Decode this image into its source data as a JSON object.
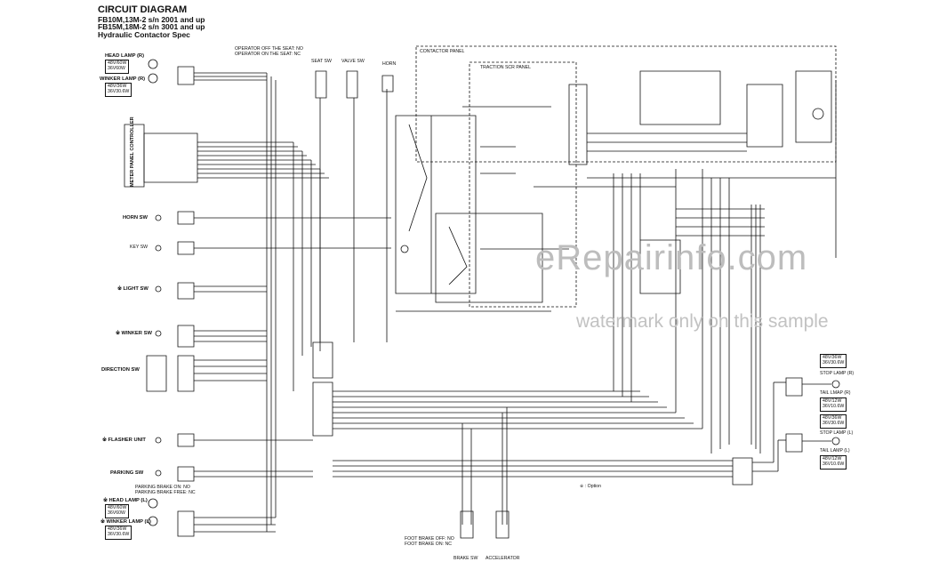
{
  "header": {
    "title": "CIRCUIT DIAGRAM",
    "line1": "FB10M,13M-2 s/n 2001 and up",
    "line2": "FB15M,18M-2 s/n 3001 and up",
    "line3": "Hydraulic Contactor Spec"
  },
  "labels": {
    "head_lamp_r": "HEAD LAMP (R)",
    "head_lamp_r_rating": [
      "48V/60W",
      "36V60W"
    ],
    "winker_lamp_r": "WINKER LAMP (R)",
    "winker_lamp_r_rating": [
      "48V/36W",
      "36V30.6W"
    ],
    "meter_panel_controller": "METER PANEL CONTROLLER",
    "horn_sw": "HORN SW",
    "key_sw": "KEY SW",
    "light_sw": "※ LIGHT SW",
    "winker_sw": "※ WINKER SW",
    "direction_sw": "DIRECTION SW",
    "flasher_unit": "※ FLASHER UNIT",
    "parking_sw": "PARKING SW",
    "parking_note1": "PARKING BRAKE ON: NO",
    "parking_note2": "PARKING BRAKE FREE: NC",
    "head_lamp_l": "※ HEAD LAMP (L)",
    "head_lamp_l_rating": [
      "48V/60W",
      "36V60W"
    ],
    "winker_lamp_l": "※ WINKER LAMP (L)",
    "winker_lamp_l_rating": [
      "48V/36W",
      "36V30.6W"
    ],
    "seat_note1": "OPERATOR OFF THE SEAT: NO",
    "seat_note2": "OPERATOR ON THE SEAT: NC",
    "seat_sw": "SEAT SW",
    "valve_sw": "VALVE SW",
    "horn": "HORN",
    "contactor_panel": "CONTACTOR PANEL",
    "traction_scr_panel": "TRACTION SCR PANEL",
    "stop_lamp_r_rating": [
      "48V/36W",
      "36V30.6W"
    ],
    "stop_lamp_r": "STOP LAMP (R)",
    "tail_lamp_r": "TAIL LMAP (R)",
    "tail_lamp_r_rating": [
      "48V/12W",
      "36V10.6W"
    ],
    "stop_lamp_l_rating": [
      "48V/36W",
      "36V30.6W"
    ],
    "stop_lamp_l": "STOP LAMP (L)",
    "tail_lamp_l": "TAIL LAMP (L)",
    "tail_lamp_l_rating": [
      "48V/12W",
      "36V10.6W"
    ],
    "option_note": "※ : Option",
    "foot_note1": "FOOT BRAKE OFF: NO",
    "foot_note2": "FOOT BRAKE ON: NC",
    "brake_sw": "BRAKE SW",
    "accelerator": "ACCELERATOR"
  },
  "watermark": {
    "main": "eRepairinfo.com",
    "sub": "watermark only on this sample"
  },
  "colors": {
    "ink": "#111111",
    "watermark": "#bdbdbd"
  }
}
